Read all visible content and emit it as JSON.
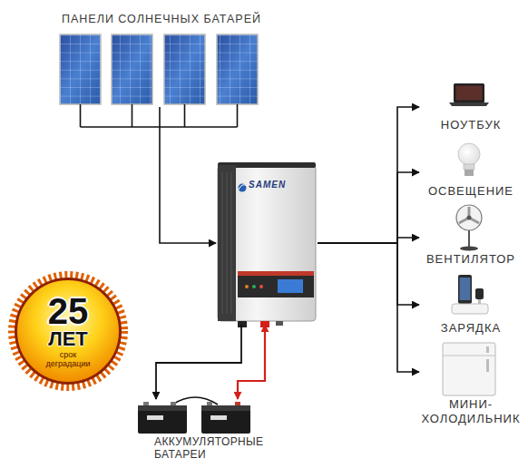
{
  "diagram": {
    "nodes": [
      {
        "text": [
          "ПАНЕЛИ СОЛНЕЧНЫХ БАТАРЕЙ"
        ]
      },
      {
        "text": [
          "SAMEN"
        ]
      },
      {
        "text": [
          "НОУТБУК"
        ]
      },
      {
        "text": [
          "ОСВЕЩЕНИЕ"
        ]
      },
      {
        "text": [
          "ВЕНТИЛЯТОР"
        ]
      },
      {
        "text": [
          "25",
          "ЛЕТ",
          "срок деградации"
        ]
      },
      {
        "text": [
          "ЗАРЯДКА"
        ]
      },
      {
        "text": [
          "МИНИ- ХОЛОДИЛЬНИК"
        ]
      },
      {
        "text": [
          "АККУМУЛЯТОРНЫЕ БАТАРЕИ"
        ]
      }
    ],
    "edges": [
      {
        "from": 0,
        "to": 1,
        "arrow": "to"
      },
      {
        "from": 1,
        "to": 2,
        "arrow": "to"
      },
      {
        "from": 1,
        "to": 3,
        "arrow": "to"
      },
      {
        "from": 1,
        "to": 4,
        "arrow": "to"
      },
      {
        "from": 1,
        "to": 6,
        "arrow": "to"
      },
      {
        "from": 1,
        "to": 7,
        "arrow": "to"
      },
      {
        "from": 1,
        "to": 8,
        "arrow": "to"
      },
      {
        "from": 1,
        "to": 8,
        "arrow": "both"
      }
    ]
  }
}
